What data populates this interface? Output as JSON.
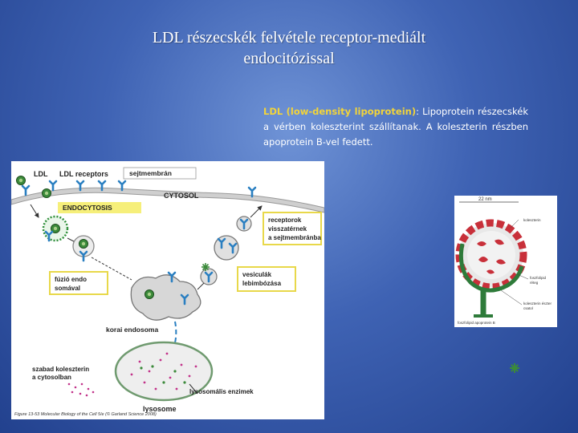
{
  "slide": {
    "title_line1": "LDL részecskék felvétele receptor-mediált",
    "title_line2": "endocitózissal",
    "desc_term": "LDL (low-density lipoprotein)",
    "desc_colon": ":",
    "desc_text": " Lipoprotein részecskék a vérben koleszterint szállítanak. A koleszterin részben apoprotein B-vel fedett."
  },
  "diagram": {
    "ldl": "LDL",
    "ldl_receptors": "LDL receptors",
    "membrane": "sejtmembrán",
    "cytosol": "CYTOSOL",
    "endocytosis": "ENDOCYTOSIS",
    "receptors_line1": "receptorok",
    "receptors_line2": "visszatérnek",
    "receptors_line3": "a sejtmembránba",
    "fusion_line1": "fúzió endo",
    "fusion_line2": "somával",
    "vesicles_line1": "vesiculák",
    "vesicles_line2": "lebimbózása",
    "early_endosome": "korai endosoma",
    "free_chol_line1": "szabad koleszterin",
    "free_chol_line2": "a cytosolban",
    "lysosome": "lysosome",
    "lyso_enzymes": "lysosomális enzimek",
    "caption": "Figure 13-53 Molecular Biology of the Cell 5/e (© Garland Science 2008)"
  },
  "em_figure": {
    "scale": "22 nm",
    "label1": "koleszterin",
    "label2_line1": "foszfolipid",
    "label2_line2": "réteg",
    "label3_line1": "koleszterin észter",
    "label3_line2": "csatol",
    "label4": "foszfolipid apoprotein B"
  },
  "colors": {
    "receptor": "#2a7fc1",
    "label_box": "#f6ef7a",
    "particle_core": "#3b8a3a",
    "membrane": "#cfcfcf",
    "enzyme_dots": "#c2338a",
    "em_red": "#c8303a",
    "em_green": "#2e7b3a"
  }
}
